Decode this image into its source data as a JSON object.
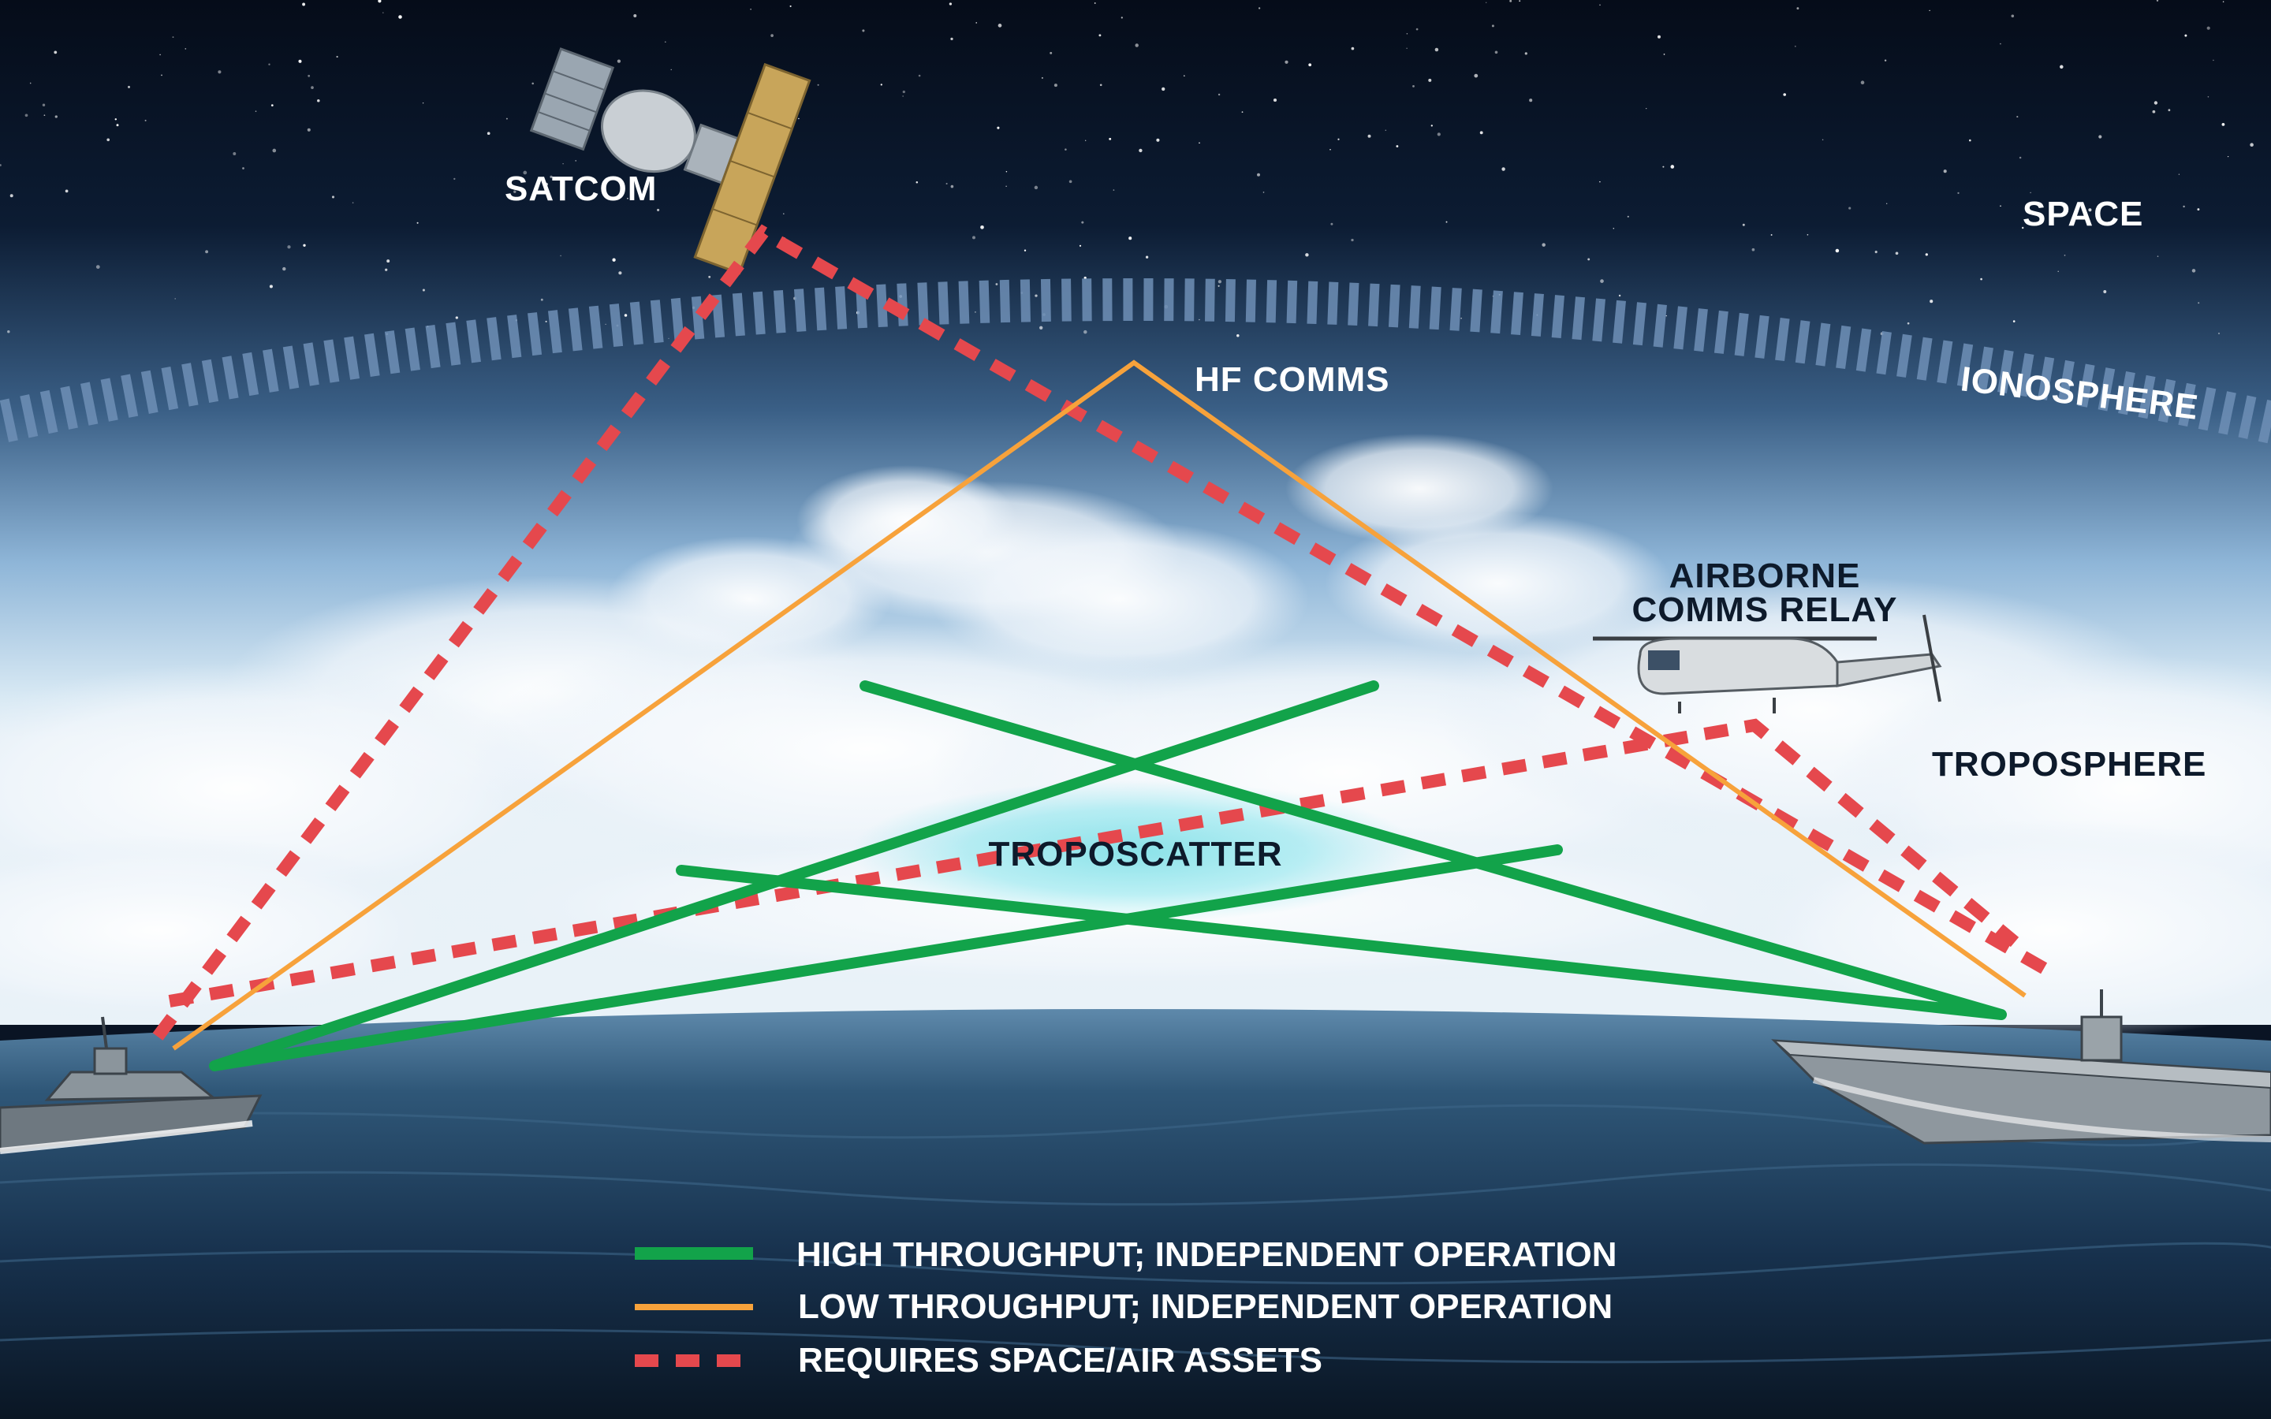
{
  "labels": {
    "satcom": "SATCOM",
    "space": "SPACE",
    "hf_comms": "HF COMMS",
    "ionosphere": "IONOSPHERE",
    "airborne_line1": "AIRBORNE",
    "airborne_line2": "COMMS RELAY",
    "troposphere": "TROPOSPHERE",
    "troposcatter": "TROPOSCATTER"
  },
  "legend": [
    {
      "label": "HIGH THROUGHPUT; INDEPENDENT OPERATION",
      "color": "#12a34a",
      "style": "solid-thick"
    },
    {
      "label": "LOW THROUGHPUT; INDEPENDENT OPERATION",
      "color": "#f7a23b",
      "style": "solid-thin"
    },
    {
      "label": "REQUIRES SPACE/AIR ASSETS",
      "color": "#e5484d",
      "style": "dashed"
    }
  ],
  "colors": {
    "high_throughput": "#12a34a",
    "low_throughput": "#f7a23b",
    "requires_assets": "#e5484d",
    "sky_top": "#071222",
    "sea": "#1e3f60"
  }
}
